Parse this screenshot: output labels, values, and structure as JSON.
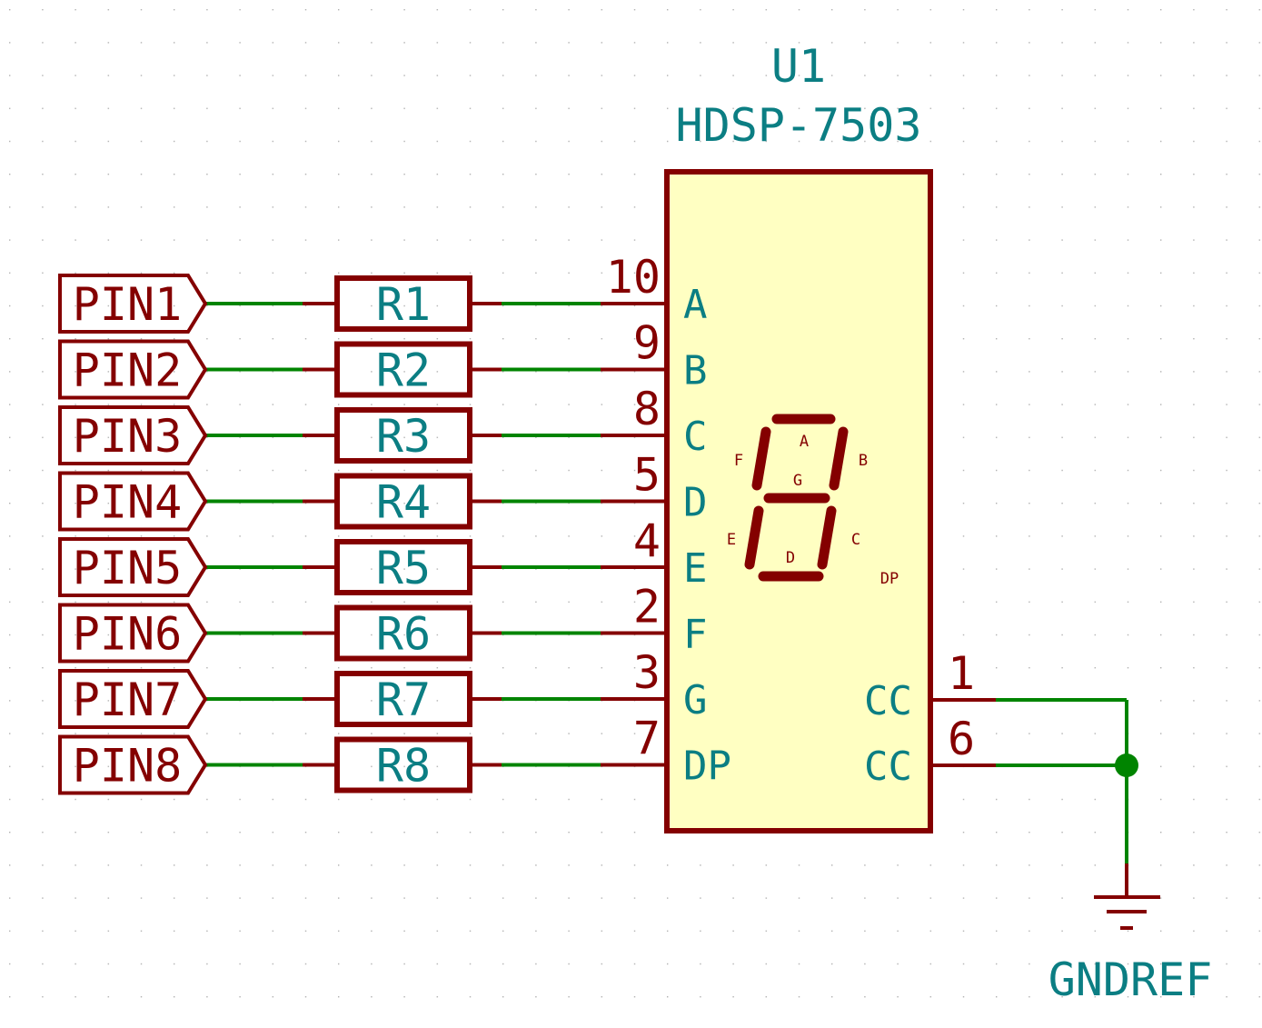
{
  "component": {
    "ref": "U1",
    "value": "HDSP-7503",
    "pins_left": [
      {
        "num": "10",
        "name": "A"
      },
      {
        "num": "9",
        "name": "B"
      },
      {
        "num": "8",
        "name": "C"
      },
      {
        "num": "5",
        "name": "D"
      },
      {
        "num": "4",
        "name": "E"
      },
      {
        "num": "2",
        "name": "F"
      },
      {
        "num": "3",
        "name": "G"
      },
      {
        "num": "7",
        "name": "DP"
      }
    ],
    "pins_right": [
      {
        "num": "1",
        "name": "CC"
      },
      {
        "num": "6",
        "name": "CC"
      }
    ],
    "segment_labels": {
      "a": "A",
      "b": "B",
      "c": "C",
      "d": "D",
      "e": "E",
      "f": "F",
      "g": "G",
      "dp": "DP"
    }
  },
  "ports": [
    "PIN1",
    "PIN2",
    "PIN3",
    "PIN4",
    "PIN5",
    "PIN6",
    "PIN7",
    "PIN8"
  ],
  "resistors": [
    "R1",
    "R2",
    "R3",
    "R4",
    "R5",
    "R6",
    "R7",
    "R8"
  ],
  "ground": {
    "label": "GNDREF"
  },
  "colors": {
    "symbol": "#840000",
    "wire": "#008400",
    "text": "#0b7e83",
    "body_fill": "#ffffc2",
    "grid": "#b0b0b0"
  }
}
